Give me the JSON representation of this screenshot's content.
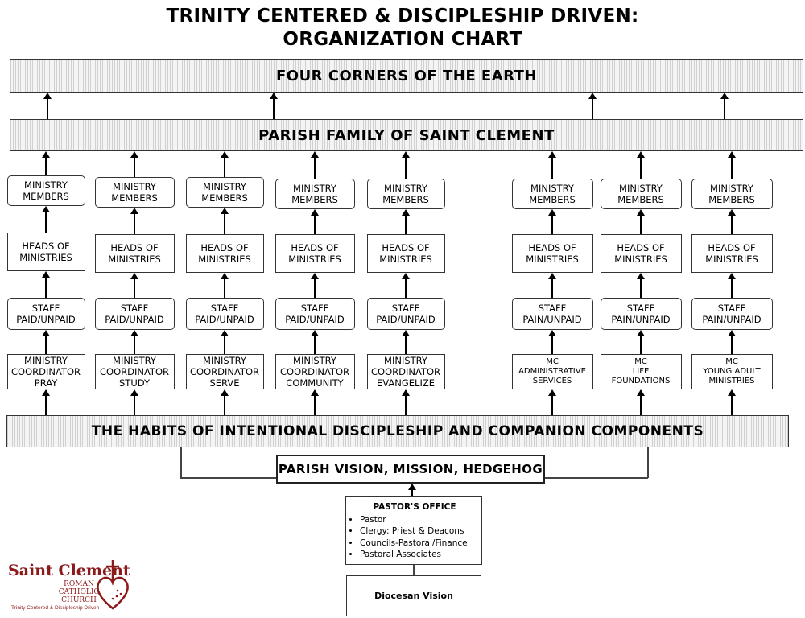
{
  "title": {
    "line1": "TRINITY CENTERED & DISCIPLESHIP DRIVEN:",
    "line2": "ORGANIZATION CHART"
  },
  "bands": {
    "four_corners": "FOUR CORNERS OF THE EARTH",
    "parish_family": "PARISH FAMILY OF SAINT CLEMENT",
    "habits": "THE HABITS OF INTENTIONAL DISCIPLESHIP AND COMPANION COMPONENTS"
  },
  "columns": [
    {
      "members": [
        "MINISTRY",
        "MEMBERS"
      ],
      "heads": [
        "HEADS OF",
        "MINISTRIES"
      ],
      "staff": [
        "STAFF",
        "PAID/UNPAID"
      ],
      "coordinator": [
        "MINISTRY",
        "COORDINATOR",
        "PRAY"
      ]
    },
    {
      "members": [
        "MINISTRY",
        "MEMBERS"
      ],
      "heads": [
        "HEADS OF",
        "MINISTRIES"
      ],
      "staff": [
        "STAFF",
        "PAID/UNPAID"
      ],
      "coordinator": [
        "MINISTRY",
        "COORDINATOR",
        "STUDY"
      ]
    },
    {
      "members": [
        "MINISTRY",
        "MEMBERS"
      ],
      "heads": [
        "HEADS OF",
        "MINISTRIES"
      ],
      "staff": [
        "STAFF",
        "PAID/UNPAID"
      ],
      "coordinator": [
        "MINISTRY",
        "COORDINATOR",
        "SERVE"
      ]
    },
    {
      "members": [
        "MINISTRY",
        "MEMBERS"
      ],
      "heads": [
        "HEADS OF",
        "MINISTRIES"
      ],
      "staff": [
        "STAFF",
        "PAID/UNPAID"
      ],
      "coordinator": [
        "MINISTRY",
        "COORDINATOR",
        "COMMUNITY"
      ]
    },
    {
      "members": [
        "MINISTRY",
        "MEMBERS"
      ],
      "heads": [
        "HEADS OF",
        "MINISTRIES"
      ],
      "staff": [
        "STAFF",
        "PAID/UNPAID"
      ],
      "coordinator": [
        "MINISTRY",
        "COORDINATOR",
        "EVANGELIZE"
      ]
    },
    {
      "members": [
        "MINISTRY",
        "MEMBERS"
      ],
      "heads": [
        "HEADS OF",
        "MINISTRIES"
      ],
      "staff": [
        "STAFF",
        "PAIN/UNPAID"
      ],
      "coordinator": [
        "MC",
        "ADMINISTRATIVE",
        "SERVICES"
      ]
    },
    {
      "members": [
        "MINISTRY",
        "MEMBERS"
      ],
      "heads": [
        "HEADS OF",
        "MINISTRIES"
      ],
      "staff": [
        "STAFF",
        "PAIN/UNPAID"
      ],
      "coordinator": [
        "MC",
        "LIFE",
        "FOUNDATIONS"
      ]
    },
    {
      "members": [
        "MINISTRY",
        "MEMBERS"
      ],
      "heads": [
        "HEADS OF",
        "MINISTRIES"
      ],
      "staff": [
        "STAFF",
        "PAIN/UNPAID"
      ],
      "coordinator": [
        "MC",
        "YOUNG ADULT",
        "MINISTRIES"
      ]
    }
  ],
  "parish_vision": "PARISH VISION, MISSION, HEDGEHOG",
  "pastors_office": {
    "heading": "PASTOR'S OFFICE",
    "items": [
      "Pastor",
      "Clergy: Priest & Deacons",
      "Councils-Pastoral/Finance",
      "Pastoral Associates"
    ]
  },
  "diocesan_vision": "Diocesan Vision",
  "logo": {
    "name": "Saint Clement",
    "sub1": "ROMAN",
    "sub2": "CATHOLIC",
    "sub3": "CHURCH",
    "tagline": "Trinity Centered & Discipleship Driven"
  },
  "colors": {
    "logo_red": "#8b1a1a",
    "band_fill": "#e6e6e6"
  }
}
